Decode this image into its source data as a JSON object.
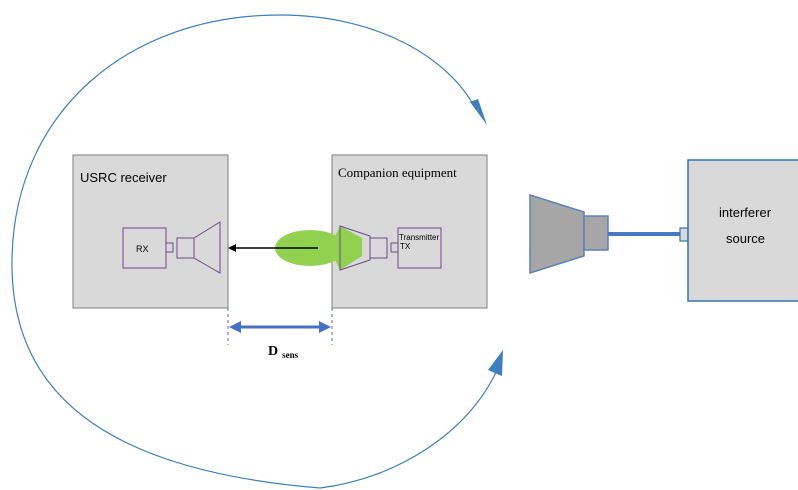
{
  "diagram": {
    "receiver": {
      "title": "USRC receiver",
      "rx_label": "RX"
    },
    "companion": {
      "title": "Companion equipment",
      "tx_label_1": "Transmitter",
      "tx_label_2": "TX"
    },
    "interferer": {
      "line1": "interferer",
      "line2": "source"
    },
    "distance": {
      "main": "D",
      "sub": "sens"
    }
  },
  "colors": {
    "box_fill": "#d9d9d9",
    "box_stroke": "#7f7f7f",
    "component_stroke": "#6b4b8a",
    "arc_stroke": "#3d7fc1",
    "arrow_blue": "#4472c4",
    "link_blue": "#4a78c8",
    "beam_green": "#92d050",
    "interferer_stroke": "#2e75b6",
    "horn_fill": "#a6a6a6",
    "horn_stroke": "#5b82b5"
  }
}
